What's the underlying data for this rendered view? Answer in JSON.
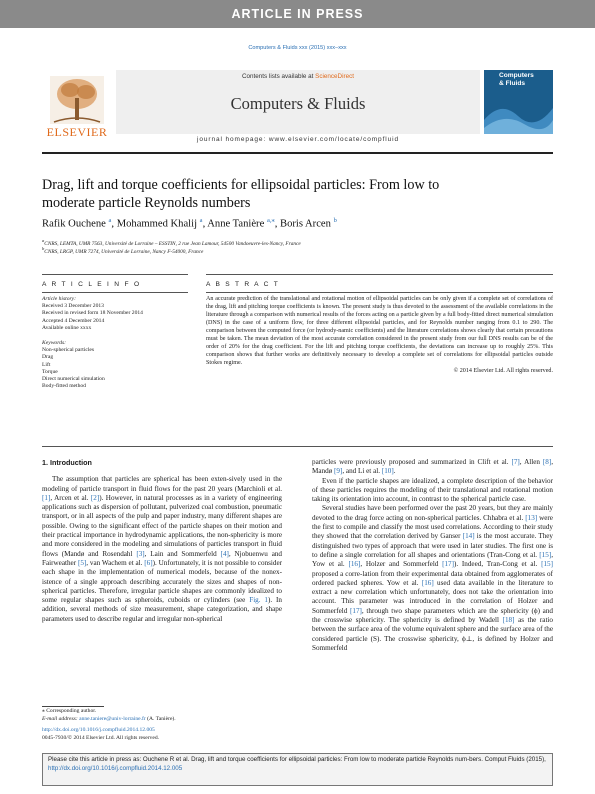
{
  "banner": {
    "text": "ARTICLE IN PRESS"
  },
  "journal_ref": "Computers & Fluids xxx (2015) xxx–xxx",
  "header": {
    "contents_prefix": "Contents lists available at ",
    "contents_link": "ScienceDirect",
    "journal_name": "Computers & Fluids",
    "homepage_prefix": "journal homepage: ",
    "homepage_url": "www.elsevier.com/locate/compfluid",
    "publisher": "ELSEVIER",
    "cover_line1": "Computers",
    "cover_line2": "& Fluids",
    "colors": {
      "publisher_orange": "#e06a1b",
      "cover_blue": "#1b5d8c",
      "link_blue": "#2a6fb3"
    },
    "icons": [
      "elsevier-tree-logo",
      "journal-cover-image"
    ]
  },
  "title_line1": "Drag, lift and torque coefficients for ellipsoidal particles: From low to",
  "title_line2": "moderate particle Reynolds numbers",
  "authors": [
    {
      "name": "Rafik Ouchene",
      "sup": "a"
    },
    {
      "name": "Mohammed Khalij",
      "sup": "a"
    },
    {
      "name": "Anne Tanière",
      "sup": "a,⁎"
    },
    {
      "name": "Boris Arcen",
      "sup": "b"
    }
  ],
  "affiliations": [
    {
      "sup": "a",
      "text": "CNRS, LEMTA, UMR 7563, Université de Lorraine – ESSTIN, 2 rue Jean Lamour, 54500 Vandoeuvre-les-Nancy, France"
    },
    {
      "sup": "b",
      "text": "CNRS, LRGP, UMR 7274, Université de Lorraine, Nancy F-54000, France"
    }
  ],
  "article_info": {
    "heading": "A R T I C L E   I N F O",
    "history_label": "Article history:",
    "history": [
      "Received 3 December 2013",
      "Received in revised form 18 November 2014",
      "Accepted 4 December 2014",
      "Available online xxxx"
    ],
    "keywords_label": "Keywords:",
    "keywords": [
      "Non-spherical particles",
      "Drag",
      "Lift",
      "Torque",
      "Direct numerical simulation",
      "Body-fitted method"
    ]
  },
  "abstract": {
    "heading": "A B S T R A C T",
    "text": "An accurate prediction of the translational and rotational motion of ellipsoidal particles can be only given if a complete set of correlations of the drag, lift and pitching torque coefficients is known. The present study is thus devoted to the assessment of the available correlations in the literature through a comparison with numerical results of the forces acting on a particle given by a full body-fitted direct numerical simulation (DNS) in the case of a uniform flow, for three different ellipsoidal particles, and for Reynolds number ranging from 0.1 to 290. The comparison between the computed force (or hydrody-namic coefficients) and the literature correlations shows clearly that certain precautions must be taken. The mean deviation of the most accurate correlation considered in the present study from our full DNS results can be of the order of 20% for the drag coefficient. For the lift and pitching torque coefficients, the deviations can increase up to roughly 25%. This comparison shows that further works are definitively necessary to develop a complete set of correlations for ellipsoidal particles outside Stokes regime.",
    "copyright": "© 2014 Elsevier Ltd. All rights reserved."
  },
  "intro": {
    "heading": "1. Introduction",
    "left_p1_a": "The assumption that particles are spherical has been exten-sively used in the modeling of particle transport in fluid flows for the past 20 years (Marchioli et al. ",
    "left_p1_r1": "[1]",
    "left_p1_b": ", Arcen et al. ",
    "left_p1_r2": "[2]",
    "left_p1_c": "). However, in natural processes as in a variety of engineering applications such as dispersion of pollutant, pulverized coal combustion, pneumatic transport, or in all aspects of the pulp and paper industry, many different shapes are possible. Owing to the significant effect of the particle shapes on their motion and their practical importance in hydrodynamic applications, the non-sphericity is more and more considered in the modeling and simulations of particles transport in fluid flows (Mandø and Rosendahl ",
    "left_p1_r3": "[3]",
    "left_p1_d": ", Lain and Sommerfeld ",
    "left_p1_r4": "[4]",
    "left_p1_e": ", Njobuenwu and Fairweather ",
    "left_p1_r5": "[5]",
    "left_p1_f": ", van Wachem et al. ",
    "left_p1_r6": "[6]",
    "left_p1_g": "). Unfortunately, it is not possible to consider each shape in the implementation of numerical models, because of the nonex-istence of a single approach describing accurately the sizes and shapes of non-spherical particles. Therefore, irregular particle shapes are commonly idealized to some regular shapes such as spheroids, cuboids or cylinders (see ",
    "left_p1_r7": "Fig. 1",
    "left_p1_h": "). In addition, several methods of size measurement, shape categorization, and shape parameters used to describe regular and irregular non-spherical",
    "right_p0_a": "particles were previously proposed and summarized in Clift et al. ",
    "right_p0_r1": "[7]",
    "right_p0_b": ", Allen ",
    "right_p0_r2": "[8]",
    "right_p0_c": ", Mandø ",
    "right_p0_r3": "[9]",
    "right_p0_d": ", and Li et al. ",
    "right_p0_r4": "[10]",
    "right_p0_e": ".",
    "right_p1": "Even if the particle shapes are idealized, a complete description of the behavior of these particles requires the modeling of their translational and rotational motion taking its orientation into account, in contrast to the spherical particle case.",
    "right_p2_a": "Several studies have been performed over the past 20 years, but they are mainly devoted to the drag force acting on non-spherical particles. Chhabra et al. ",
    "right_p2_r1": "[13]",
    "right_p2_b": " were the first to compile and classify the most used correlations. According to their study they showed that the correlation derived by Ganser ",
    "right_p2_r2": "[14]",
    "right_p2_c": " is the most accurate. They distinguished two types of approach that were used in later studies. The first one is to define a single correlation for all shapes and orientations (Tran-Cong et al. ",
    "right_p2_r3": "[15]",
    "right_p2_d": ", Yow et al. ",
    "right_p2_r4": "[16]",
    "right_p2_e": ", Holzer and Sommerfeld ",
    "right_p2_r5": "[17]",
    "right_p2_f": "). Indeed, Tran-Cong et al. ",
    "right_p2_r6": "[15]",
    "right_p2_g": " proposed a corre-lation from their experimental data obtained from agglomerates of ordered packed spheres. Yow et al. ",
    "right_p2_r7": "[16]",
    "right_p2_h": " used data available in the literature to extract a new correlation which unfortunately, does not take the orientation into account. This parameter was introduced in the correlation of Holzer and Sommerfeld ",
    "right_p2_r8": "[17]",
    "right_p2_i": ", through two shape parameters which are the sphericity (ϕ) and the crosswise sphericity. The sphericity is defined by Wadell ",
    "right_p2_r9": "[18]",
    "right_p2_j": " as the ratio between the surface area of the volume equivalent sphere and the surface area of the considered particle (S). The crosswise sphericity, ϕ⊥, is defined by Holzer and Sommerfeld"
  },
  "footnote": {
    "corresponding": "⁎ Corresponding author.",
    "email_label": "E-mail address: ",
    "email": "anne.taniere@univ-lorraine.fr",
    "email_suffix": " (A. Tanière).",
    "doi": "http://dx.doi.org/10.1016/j.compfluid.2014.12.005",
    "issn": "0045-7930/© 2014 Elsevier Ltd. All rights reserved."
  },
  "citation": {
    "prefix": "Please cite this article in press as: Ouchene R et al. Drag, lift and torque coefficients for ellipsoidal particles: From low to moderate particle Reynolds num-bers. Comput Fluids (2015), ",
    "link": "http://dx.doi.org/10.1016/j.compfluid.2014.12.005"
  }
}
